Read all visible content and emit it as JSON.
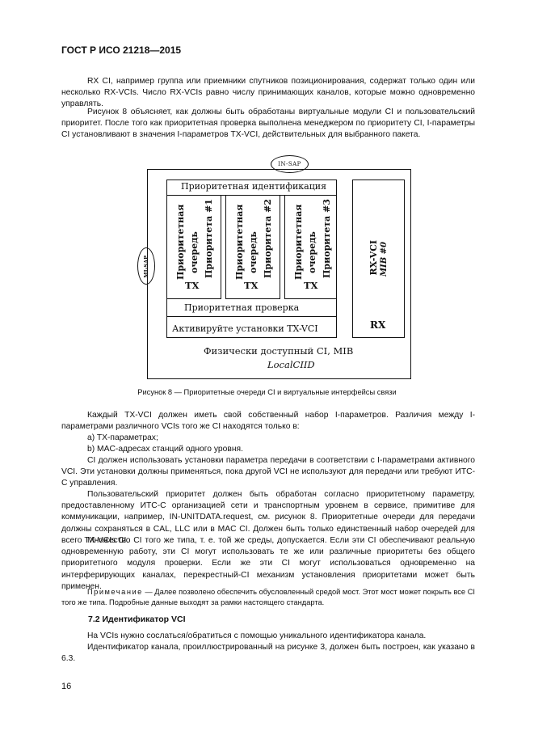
{
  "header": {
    "doc_id": "ГОСТ Р ИСО 21218—2015"
  },
  "paragraphs": {
    "p1": "RX CI, например группа или приемники спутников позиционирования, содержат только один или несколько RX-VCIs. Число RX-VCIs равно числу принимающих каналов, которые можно одновременно управлять.",
    "p2": "Рисунок 8 объясняет, как должны быть обработаны виртуальные модули CI и пользовательский приоритет. После того как приоритетная проверка выполнена менеджером по приоритету CI, I-параметры CI установливают в значения I-параметров TX-VCI, действительных для выбранного пакета.",
    "p3": "Каждый TX-VCI должен иметь свой собственный набор I-параметров. Различия между I-параметрами различного VCIs того же CI находятся только в:",
    "p3a": "a) TX-параметрах;",
    "p3b": "b) MAC-адресах станций одного уровня.",
    "p4": "CI должен использовать установки параметра передачи в соответствии с I-параметрами активного VCI. Эти установки должны применяться, пока другой VCI не используют для передачи или требуют ИТС-С управления.",
    "p5": "Пользовательский приоритет должен быть обработан согласно приоритетному параметру, предоставленному ИТС-С организацией сети и транспортным уровнем в сервисе, примитиве для коммуникации, например, IN-UNITDATA.request, см. рисунок 8. Приоритетные очереди для передачи должны сохраняться в CAL, LLC или в MAC CI. Должен быть только единственный набор очередей для всего TX-VCIs CI.",
    "p6": "Множество CI того же типа, т. е. той же среды, допускается. Если эти CI обеспечивают реальную одновременную работу, эти CI могут использовать те же или различные приоритеты без общего приоритетного модуля проверки. Если же эти CI могут использоваться одновременно на интерферирующих каналах, перекрестный-CI механизм установления приоритетами может быть применен.",
    "note_label": "Примечание",
    "note_text": " — Далее позволено обеспечить обусловленный средой мост. Этот мост может покрыть все CI того же типа. Подробные данные выходят за рамки настоящего стандарта.",
    "p7": "На VCIs нужно сослаться/обратиться с помощью уникального идентификатора канала.",
    "p8": "Идентификатор канала, проиллюстрированный на рисунке 3, должен быть построен, как указано в 6.3."
  },
  "section": {
    "heading": "7.2 Идентификатор VCI"
  },
  "figure": {
    "caption": "Рисунок 8 — Приоритетные очереди CI и виртуальные интерфейсы связи",
    "in_sap": "IN-SAP",
    "mi_sap": "MI-SAP",
    "priority_identification": "Приоритетная идентификация",
    "queues": [
      {
        "line1": "Приоритетная",
        "line2": "очередь",
        "line3": "Приоритета #1",
        "tx": "TX"
      },
      {
        "line1": "Приоритетная",
        "line2": "очередь",
        "line3": "Приоритета #2",
        "tx": "TX"
      },
      {
        "line1": "Приоритетная",
        "line2": "очередь",
        "line3": "Приоритета #3",
        "tx": "TX"
      }
    ],
    "rx_vci": "RX-VCI",
    "mib_0": "MIB #0",
    "rx": "RX",
    "priority_check": "Приоритетная проверка",
    "activate_settings": "Активируйте установки TX-VCI",
    "physical_ci": "Физически доступный CI, MIB",
    "local_ciid": "LocalCIID"
  },
  "footer": {
    "page_number": "16"
  }
}
